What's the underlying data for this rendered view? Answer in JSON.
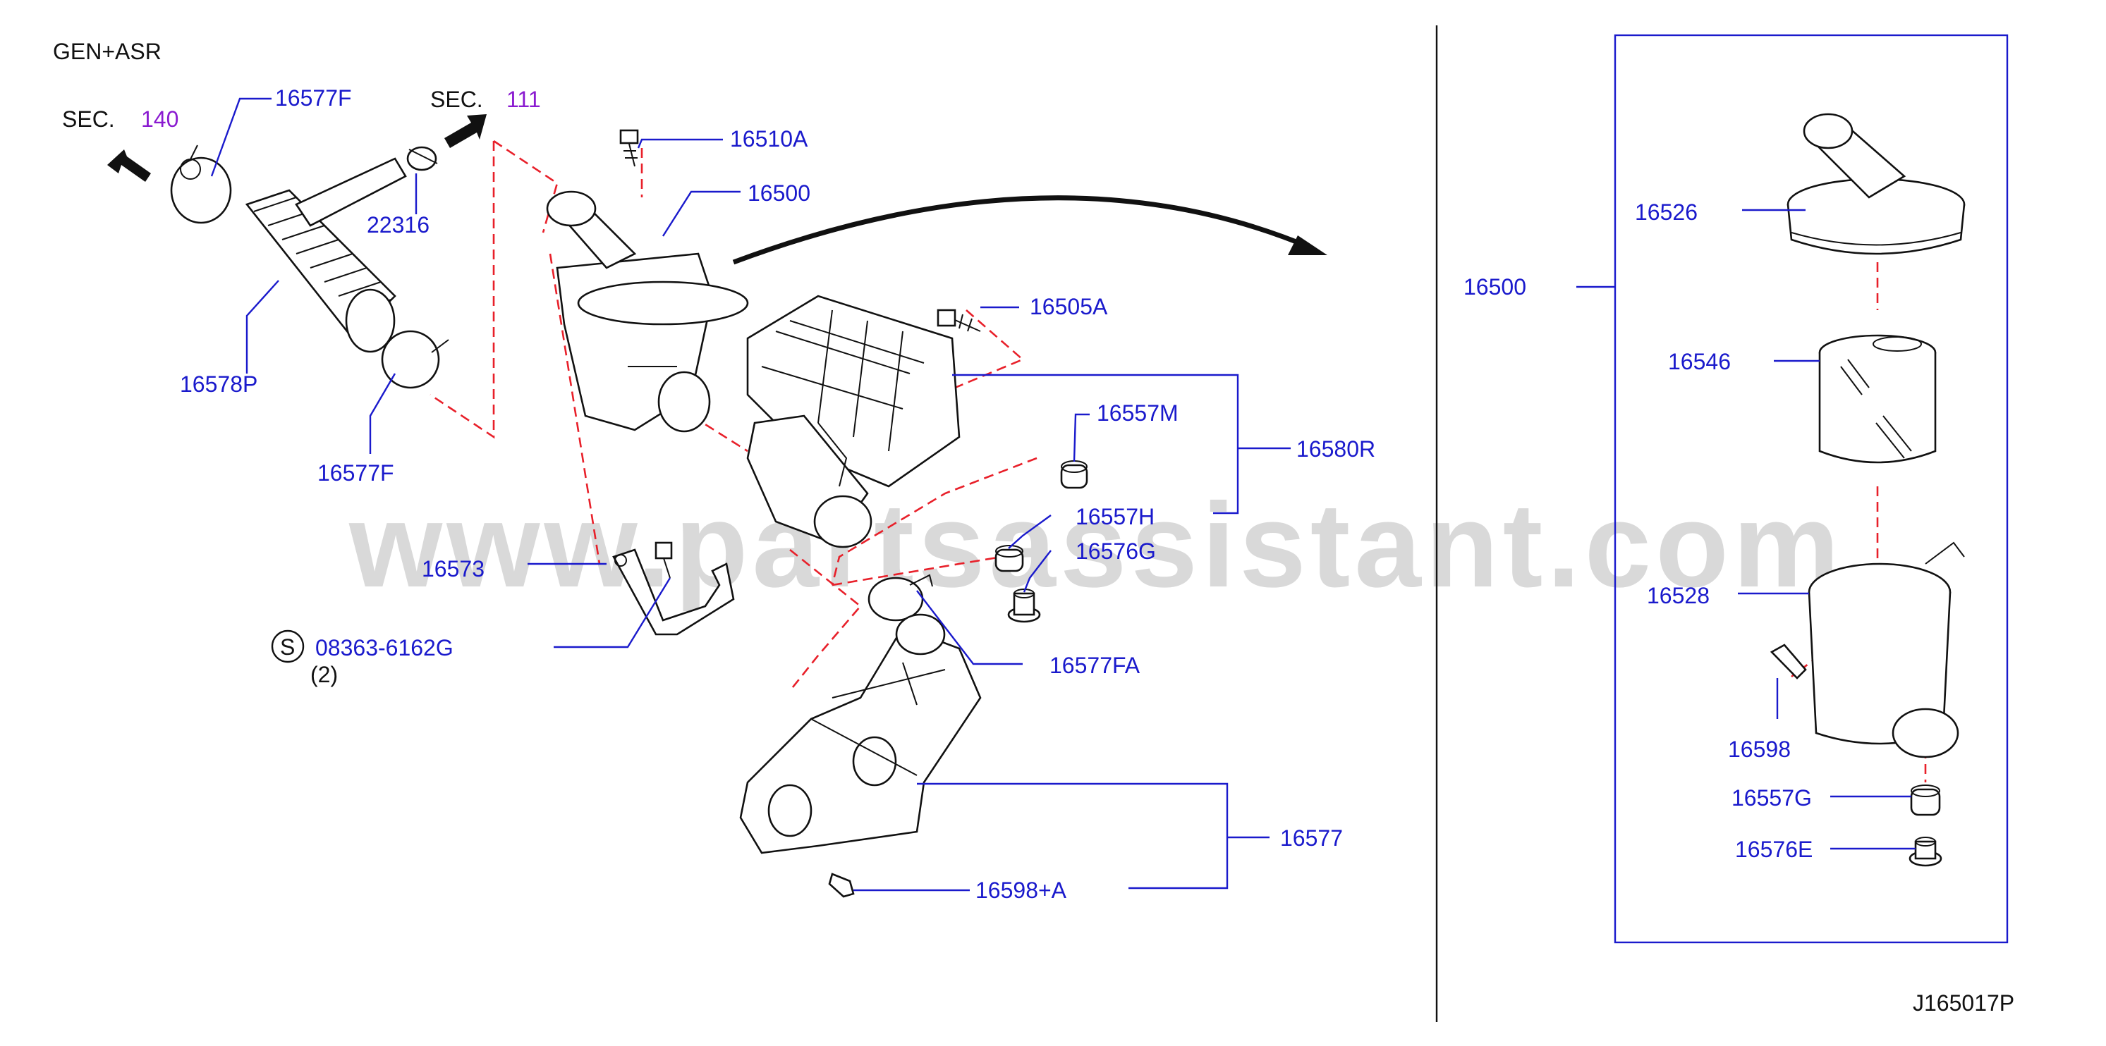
{
  "header": {
    "variant": "GEN+ASR",
    "diagram_code": "J165017P"
  },
  "sections": [
    {
      "prefix": "SEC.",
      "number": "140"
    },
    {
      "prefix": "SEC.",
      "number": "111"
    }
  ],
  "labels": {
    "p16577F_top": "16577F",
    "p22316": "22316",
    "p16578P": "16578P",
    "p16577F_bottom": "16577F",
    "p16510A": "16510A",
    "p16500_main": "16500",
    "p16505A": "16505A",
    "p16557M": "16557M",
    "p16580R": "16580R",
    "p16557H": "16557H",
    "p16576G": "16576G",
    "p16573": "16573",
    "std_symbol": "S",
    "std_part": "08363-6162G",
    "std_qty": "(2)",
    "p16577FA": "16577FA",
    "p16577": "16577",
    "p16598A": "16598+A",
    "p16500_inset": "16500",
    "p16526": "16526",
    "p16546": "16546",
    "p16528": "16528",
    "p16598": "16598",
    "p16557G": "16557G",
    "p16576E": "16576E"
  },
  "watermark": "www.partsassistant.com",
  "colors": {
    "label": "#1a1acc",
    "section_number": "#8a1ad0",
    "dashed_guide": "#e8202a",
    "line": "#111111"
  }
}
